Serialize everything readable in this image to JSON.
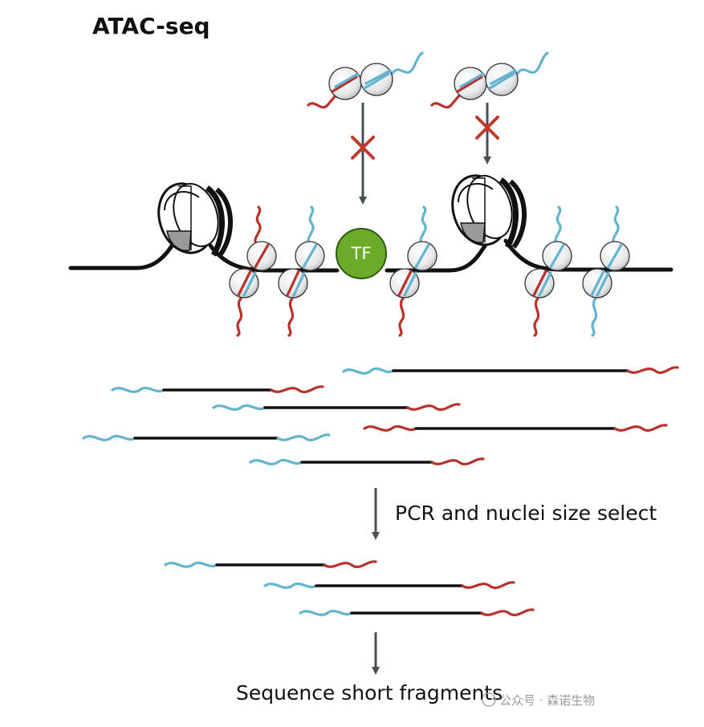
{
  "title": "ATAC-seq",
  "tf_label": "TF",
  "step1_label": "PCR and nuclei size select",
  "step2_label": "Sequence short fragments",
  "watermark": "公众号 · 森诺生物",
  "colors": {
    "adapter_blue": "#62b4cf",
    "adapter_red": "#b8312a",
    "tf_green": "#6aab2a",
    "dna_black": "#111111",
    "block_x": "#c0392b"
  }
}
